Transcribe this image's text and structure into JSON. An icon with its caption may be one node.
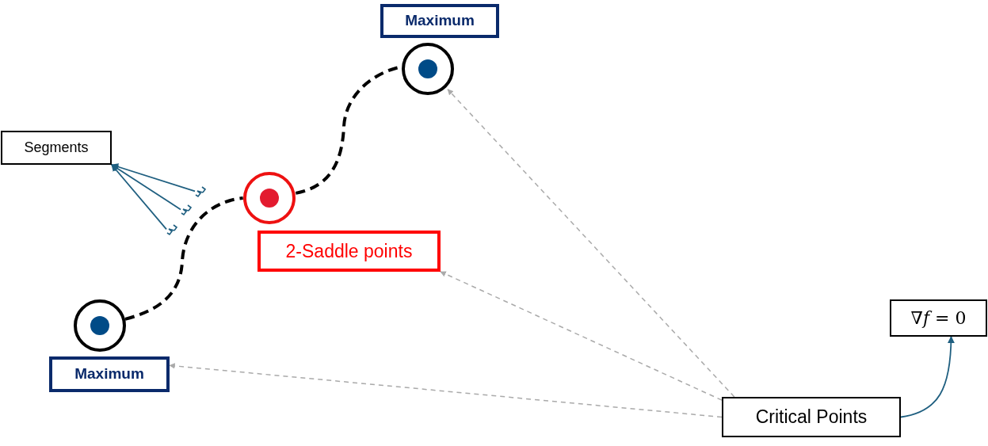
{
  "diagram": {
    "nodes": [
      {
        "text": [
          "Maximum"
        ]
      },
      {
        "text": [],
        "shape": "circle"
      },
      {
        "text": [
          "Segments"
        ]
      },
      {
        "text": [],
        "shape": "bracket"
      },
      {
        "text": [],
        "shape": "bracket"
      },
      {
        "text": [],
        "shape": "bracket"
      },
      {
        "text": [],
        "shape": "circle"
      },
      {
        "text": [
          "2-Saddle points"
        ]
      },
      {
        "text": [],
        "shape": "circle"
      },
      {
        "text": [
          "∇*f* = 0"
        ]
      },
      {
        "text": [
          "Maximum"
        ]
      },
      {
        "text": [
          "Critical Points"
        ]
      }
    ],
    "edges": [
      {
        "from": 8,
        "to": 6,
        "arrow": "none",
        "style": "dashed",
        "color": "#000000"
      },
      {
        "from": 6,
        "to": 1,
        "arrow": "none",
        "style": "dashed",
        "color": "#000000"
      },
      {
        "from": 3,
        "to": 2,
        "arrow": "to",
        "color": "#1f5f80"
      },
      {
        "from": 4,
        "to": 2,
        "arrow": "to",
        "color": "#1f5f80"
      },
      {
        "from": 5,
        "to": 2,
        "arrow": "to",
        "color": "#1f5f80"
      },
      {
        "from": 11,
        "to": 1,
        "arrow": "to",
        "style": "dashed",
        "color": "#aaaaaa"
      },
      {
        "from": 11,
        "to": 7,
        "arrow": "to",
        "style": "dashed",
        "color": "#aaaaaa"
      },
      {
        "from": 11,
        "to": 10,
        "arrow": "to",
        "style": "dashed",
        "color": "#aaaaaa"
      },
      {
        "from": 11,
        "to": 9,
        "arrow": "to",
        "color": "#1f5f80"
      }
    ]
  }
}
